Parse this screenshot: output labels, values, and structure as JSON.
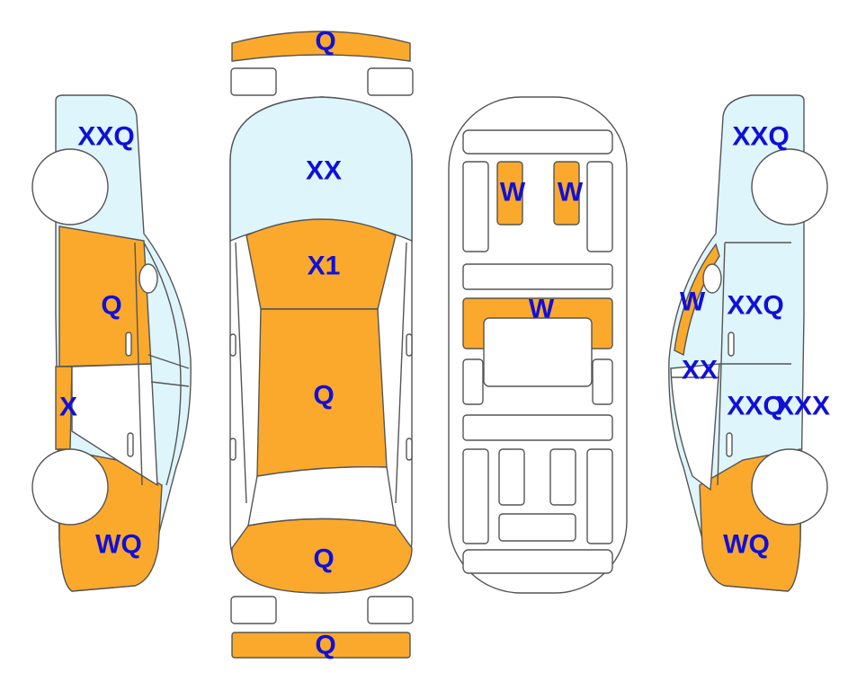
{
  "colors": {
    "damaged": "#FBA92C",
    "glass": "#DFF5FC",
    "outline": "#555555",
    "label": "#1010D8",
    "background": "#FFFFFF"
  },
  "labels": {
    "front_bumper": "Q",
    "rear_bumper": "Q",
    "windshield": "XX",
    "hood": "X1",
    "roof": "Q",
    "trunk": "Q",
    "seat_left": "W",
    "seat_right": "W",
    "rear_seat": "W",
    "left_window": "XXQ",
    "left_front_door": "Q",
    "left_rocker": "X",
    "left_front_fender": "WQ",
    "right_window": "XXQ",
    "right_mirror": "W",
    "right_front_door": "XXQ",
    "right_rear_window": "XX",
    "right_rear_door": "XXQ",
    "right_rear_edge": "XXX",
    "right_front_fender": "WQ"
  }
}
